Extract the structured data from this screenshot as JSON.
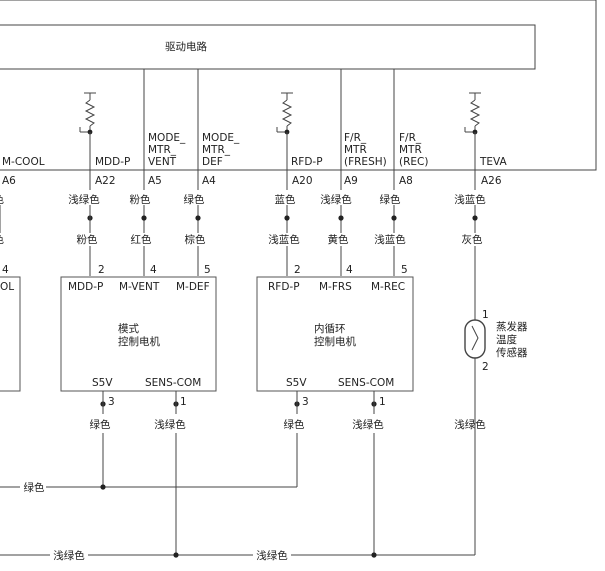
{
  "drive_circuit": {
    "label": "驱动电路"
  },
  "terminals": {
    "edge_a": "M-COOL",
    "edge_b": "A6",
    "mdd": {
      "name": "MDD-P",
      "pin": "A22"
    },
    "vent": {
      "name1": "MODE_",
      "name2": "MTR_",
      "name3": "VENT",
      "pin": "A5"
    },
    "def": {
      "name1": "MODE_",
      "name2": "MTR_",
      "name3": "DEF",
      "pin": "A4"
    },
    "rfd": {
      "name": "RFD-P",
      "pin": "A20"
    },
    "fresh": {
      "name1": "F/R_",
      "name2": "MTR",
      "name3": "(FRESH)",
      "pin": "A9"
    },
    "rec": {
      "name1": "F/R_",
      "name2": "MTR",
      "name3": "(REC)",
      "pin": "A8"
    },
    "teva": {
      "name": "TEVA",
      "pin": "A26"
    }
  },
  "wire_colors_upper": {
    "edge": "色",
    "mdd": "浅绿色",
    "vent": "粉色",
    "def": "绿色",
    "rfd": "蓝色",
    "fresh": "浅绿色",
    "rec": "绿色",
    "teva": "浅蓝色"
  },
  "wire_colors_lower": {
    "edge": "色",
    "mdd": "粉色",
    "vent": "红色",
    "def": "棕色",
    "rfd": "浅蓝色",
    "fresh": "黄色",
    "rec": "浅蓝色",
    "teva": "灰色"
  },
  "partial_box": {
    "pin": "4",
    "label": "OL"
  },
  "mode_motor": {
    "pin_mdd": "2",
    "pin_vent": "4",
    "pin_def": "5",
    "lbl_mdd": "MDD-P",
    "lbl_vent": "M-VENT",
    "lbl_def": "M-DEF",
    "title1": "模式",
    "title2": "控制电机",
    "lbl_s5v": "S5V",
    "lbl_sens": "SENS-COM",
    "pin_s5v": "3",
    "pin_sens": "1"
  },
  "recirc_motor": {
    "pin_rfd": "2",
    "pin_frs": "4",
    "pin_rec": "5",
    "lbl_rfd": "RFD-P",
    "lbl_frs": "M-FRS",
    "lbl_rec": "M-REC",
    "title1": "内循环",
    "title2": "控制电机",
    "lbl_s5v": "S5V",
    "lbl_sens": "SENS-COM",
    "pin_s5v": "3",
    "pin_sens": "1"
  },
  "evap_sensor": {
    "pin1": "1",
    "pin2": "2",
    "line1": "蒸发器",
    "line2": "温度",
    "line3": "传感器"
  },
  "bottom_wire_colors": {
    "mode_s5v": "绿色",
    "mode_sens": "浅绿色",
    "rec_s5v": "绿色",
    "rec_sens": "浅绿色",
    "sensor": "浅绿色"
  },
  "bus_labels": {
    "green": "绿色",
    "lightgreen_left": "浅绿色",
    "lightgreen_mid": "浅绿色"
  }
}
